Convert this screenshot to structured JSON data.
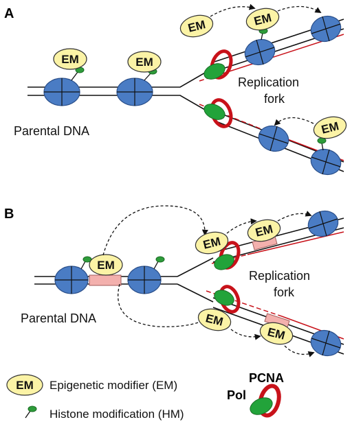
{
  "panels": [
    {
      "label": "A",
      "parental_dna": "Parental DNA",
      "fork_label_line1": "Replication",
      "fork_label_line2": "fork"
    },
    {
      "label": "B",
      "parental_dna": "Parental DNA",
      "fork_label_line1": "Replication",
      "fork_label_line2": "fork"
    }
  ],
  "em_badge": "EM",
  "legend": {
    "em_label": "Epigenetic modifier (EM)",
    "hm_label": "Histone modification (HM)",
    "pcna_label": "PCNA",
    "pol_label": "Pol"
  },
  "colors": {
    "nucleosome": "#4a7cc4",
    "em_fill": "#fbf3a6",
    "histone_mark": "#2e9c3a",
    "polymerase": "#22a33a",
    "pcna": "#c8121a",
    "new_strand": "#c8121a",
    "chromatin_pink": "#f3b0ad"
  }
}
